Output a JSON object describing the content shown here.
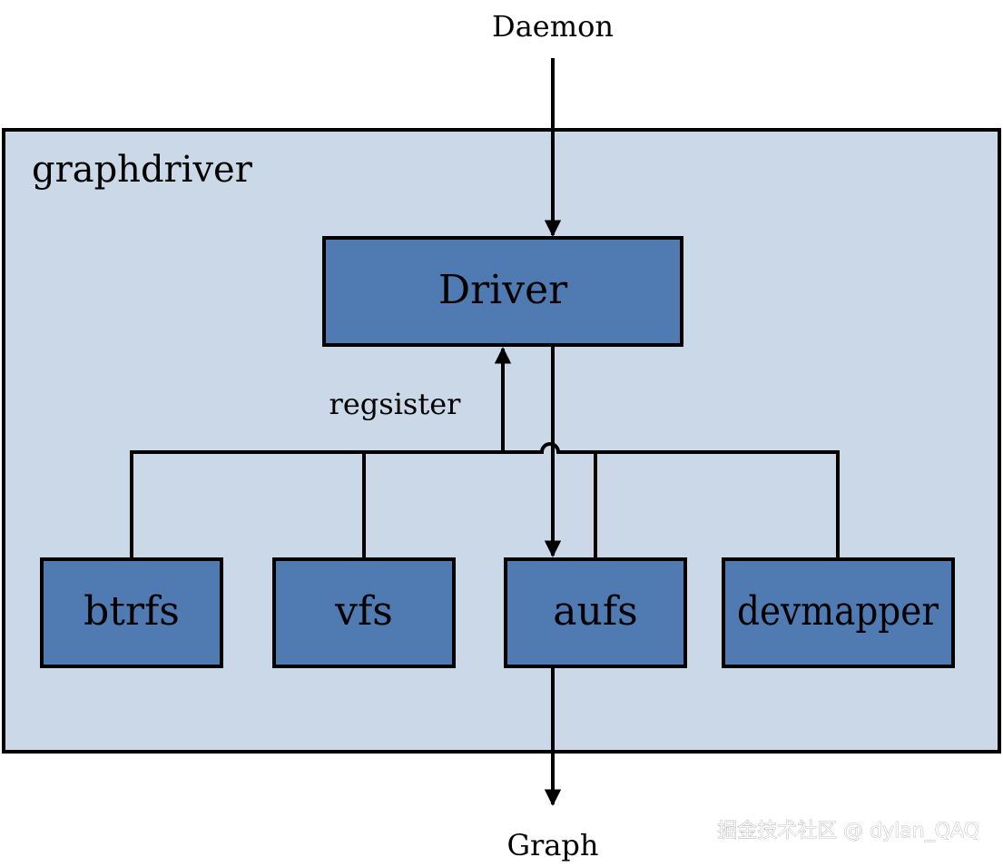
{
  "colors": {
    "container_fill": "#cad8e7",
    "box_fill": "#4f7bb2",
    "stroke": "#000000"
  },
  "labels": {
    "daemon": "Daemon",
    "container": "graphdriver",
    "driver": "Driver",
    "register": "regsister",
    "graph": "Graph"
  },
  "drivers": [
    "btrfs",
    "vfs",
    "aufs",
    "devmapper"
  ],
  "watermark": "掘金技术社区 @ dylan_QAQ"
}
